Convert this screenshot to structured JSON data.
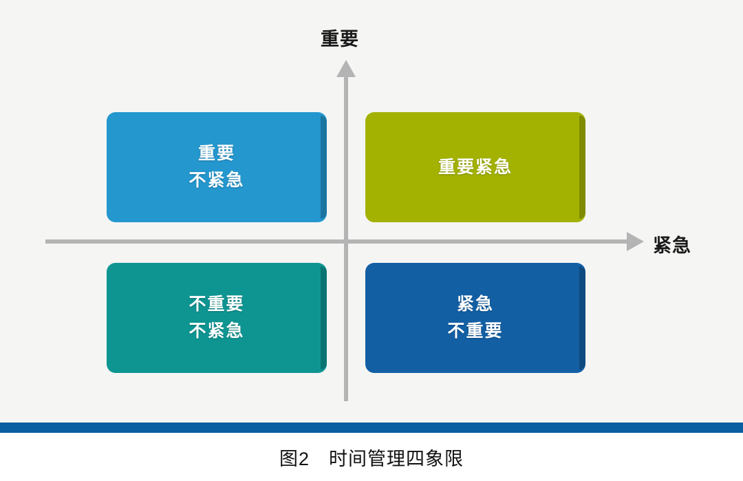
{
  "figure": {
    "caption": "图2　时间管理四象限",
    "background_color": "#f5f5f4",
    "footer_rule_color": "#0a5ea2"
  },
  "axes": {
    "vertical": {
      "label": "重要",
      "direction": "up",
      "arrow_icon": "arrow-up-icon",
      "color": "#b4b4b4"
    },
    "horizontal": {
      "label": "紧急",
      "direction": "right",
      "arrow_icon": "arrow-right-icon",
      "color": "#b4b4b4"
    }
  },
  "quadrants": [
    {
      "id": "important-not-urgent",
      "position": "top-left",
      "lines": [
        "重要",
        "不紧急"
      ],
      "color": "#2497ce"
    },
    {
      "id": "important-urgent",
      "position": "top-right",
      "lines": [
        "重要紧急"
      ],
      "color": "#a3b200"
    },
    {
      "id": "not-important-not-urgent",
      "position": "bottom-left",
      "lines": [
        "不重要",
        "不紧急"
      ],
      "color": "#0e9592"
    },
    {
      "id": "urgent-not-important",
      "position": "bottom-right",
      "lines": [
        "紧急",
        "不重要"
      ],
      "color": "#125fa4"
    }
  ]
}
